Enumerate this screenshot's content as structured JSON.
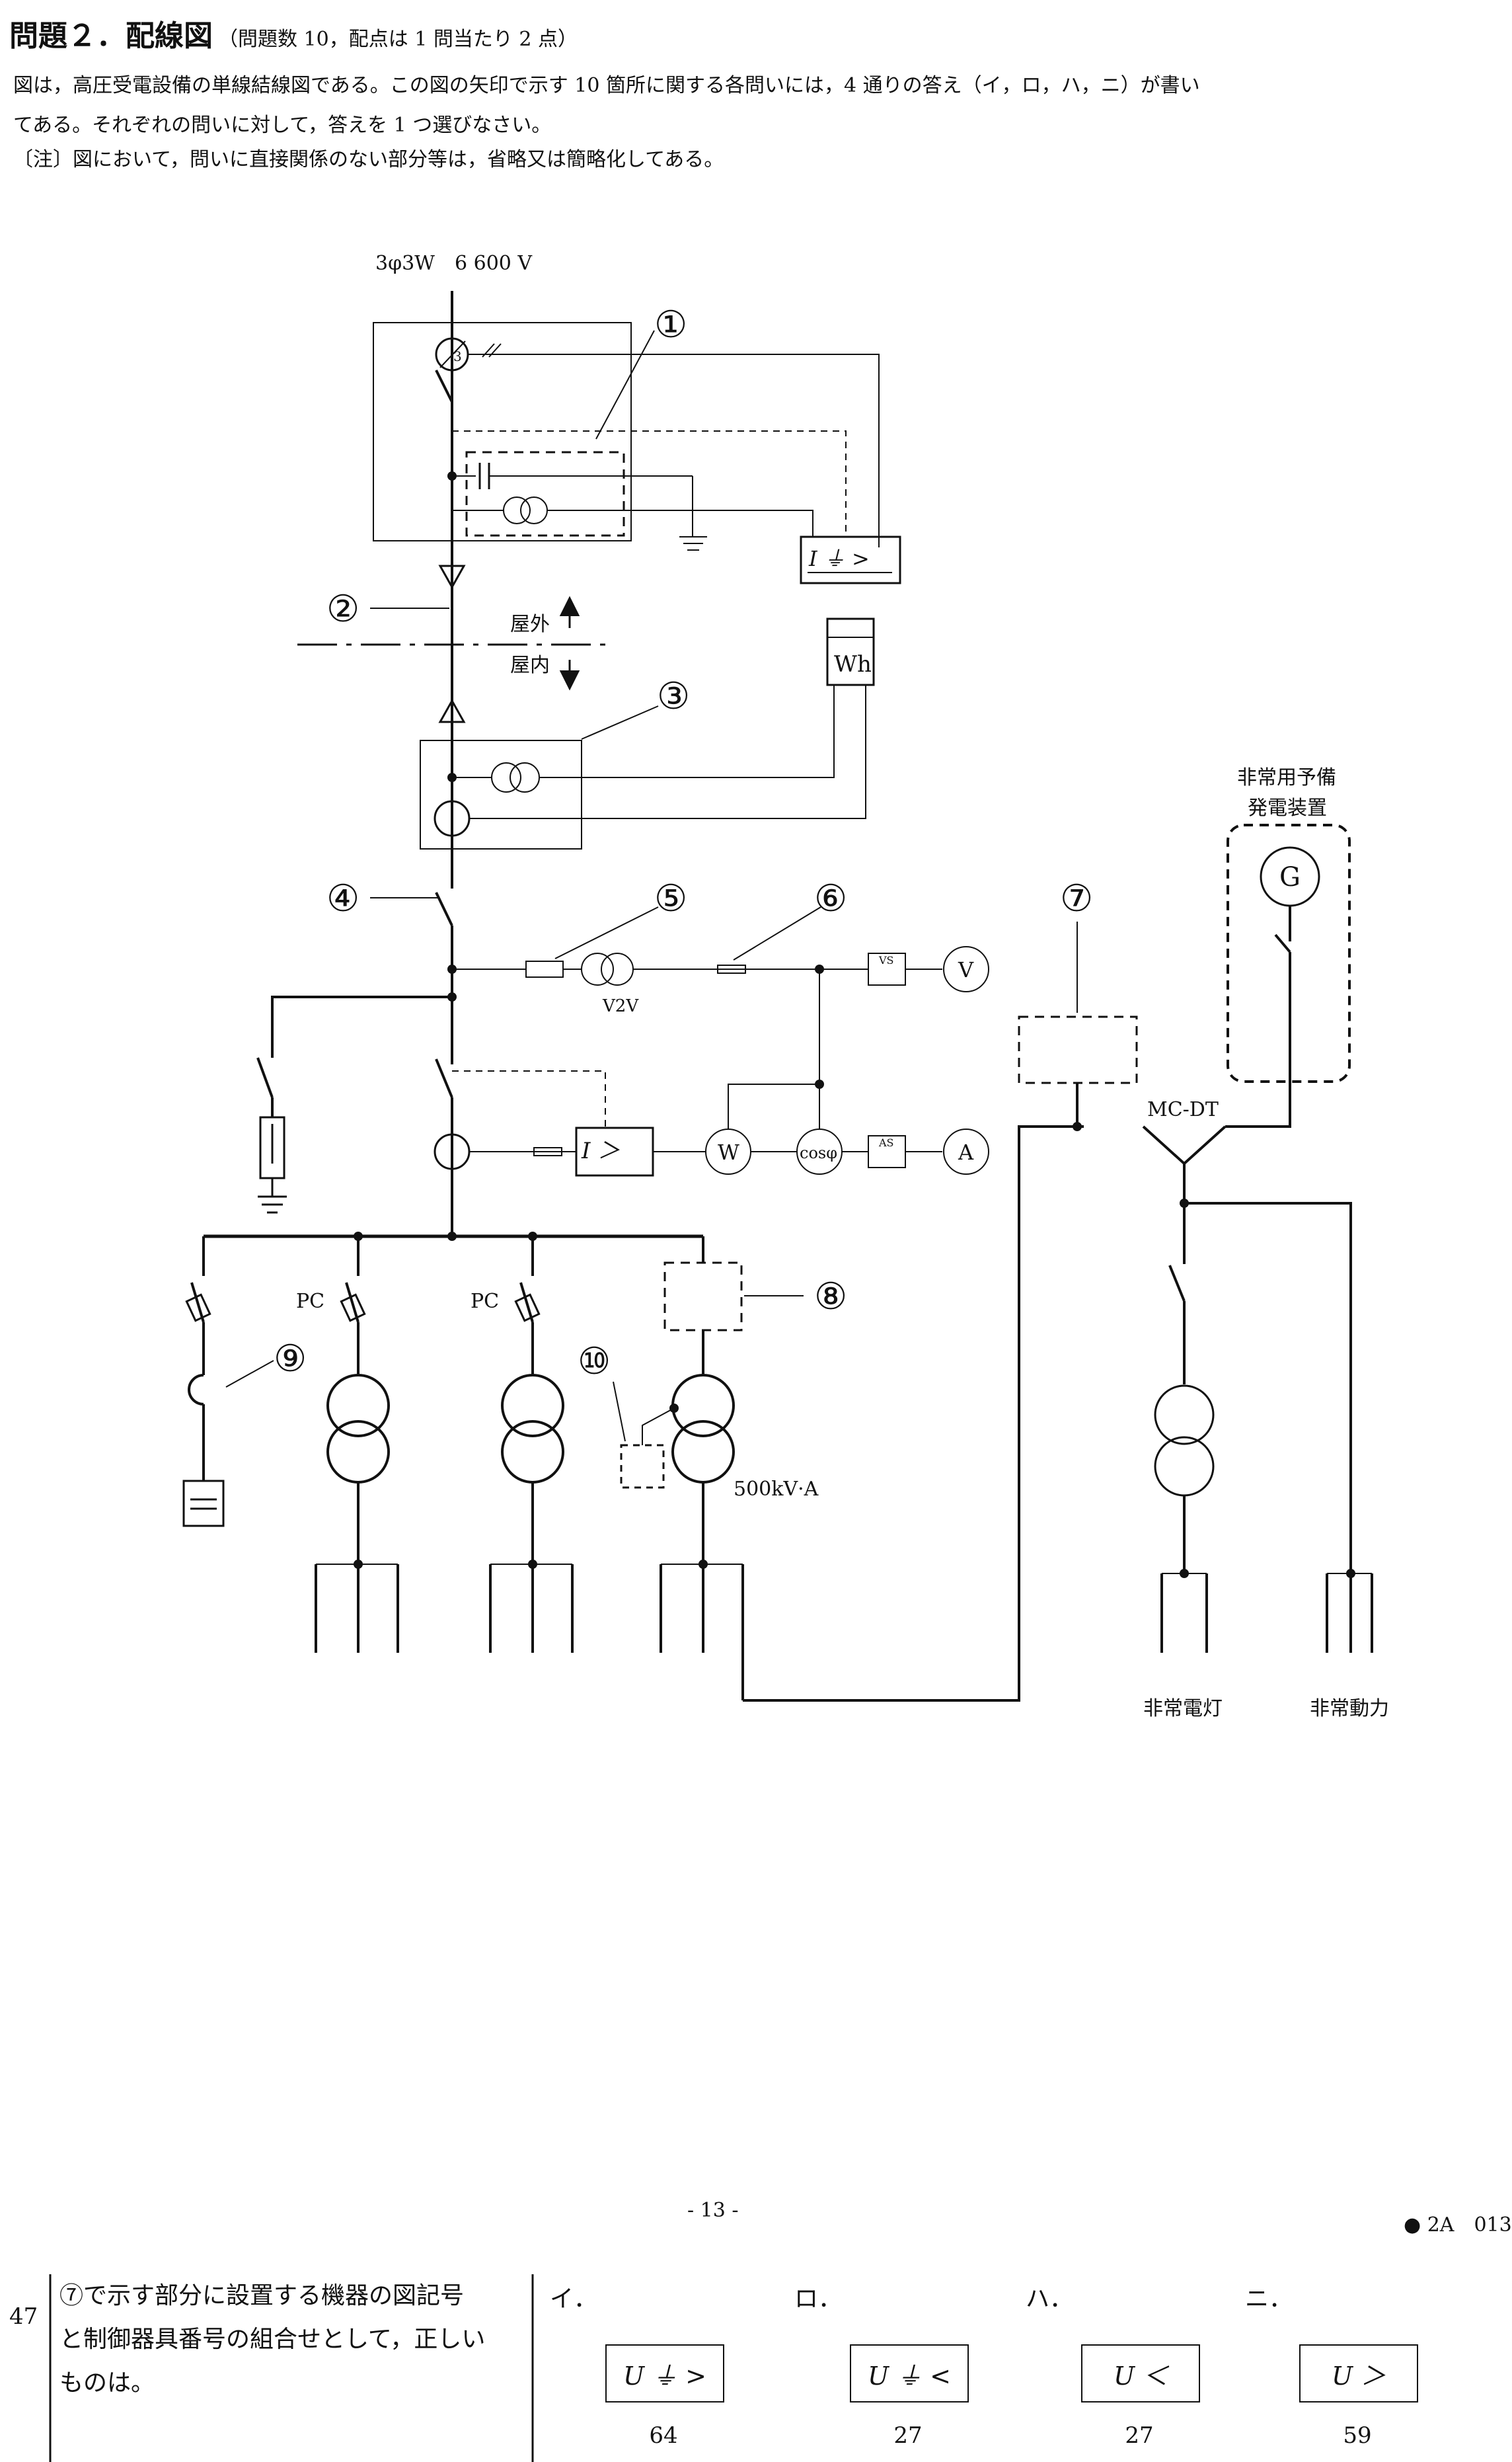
{
  "header": {
    "title": "問題２．配線図",
    "subtitle": "（問題数 10，配点は 1 問当たり 2 点）"
  },
  "intro": {
    "line1": "図は，高圧受電設備の単線結線図である。この図の矢印で示す 10 箇所に関する各問いには，4 通りの答え（イ，ロ，ハ，ニ）が書い",
    "line2": "てある。それぞれの問いに対して，答えを 1 つ選びなさい。",
    "note": "〔注〕図において，問いに直接関係のない部分等は，省略又は簡略化してある。"
  },
  "diagram": {
    "supply_label": "3φ3W　6 600 V",
    "outdoor": "屋外",
    "indoor": "屋内",
    "wh": "Wh",
    "ct_count": "3",
    "relay_ground": "I ⏚ >",
    "relay_oc": "I ＞",
    "v2v": "V2V",
    "vs": "VS",
    "as": "AS",
    "meter_v": "V",
    "meter_w": "W",
    "meter_cos": "cosφ",
    "meter_a": "A",
    "pc1": "PC",
    "pc2": "PC",
    "tr_rating": "500kV·A",
    "mcdt": "MC-DT",
    "generator_label_1": "非常用予備",
    "generator_label_2": "発電装置",
    "generator": "G",
    "emergency_light": "非常電灯",
    "emergency_power": "非常動力",
    "callouts": [
      "①",
      "②",
      "③",
      "④",
      "⑤",
      "⑥",
      "⑦",
      "⑧",
      "⑨",
      "⑩"
    ]
  },
  "footer": {
    "page": "- 13 -",
    "code": "● 2A　013"
  },
  "question": {
    "number": "47",
    "text_lines": [
      "⑦で示す部分に設置する機器の図記号",
      "と制御器具番号の組合せとして，正しい",
      "ものは。"
    ],
    "options": [
      {
        "label": "イ．",
        "symbol": "U ⏚ >",
        "code": "64"
      },
      {
        "label": "ロ．",
        "symbol": "U ⏚ <",
        "code": "27"
      },
      {
        "label": "ハ．",
        "symbol": "U ＜",
        "code": "27"
      },
      {
        "label": "ニ．",
        "symbol": "U ＞",
        "code": "59"
      }
    ]
  }
}
